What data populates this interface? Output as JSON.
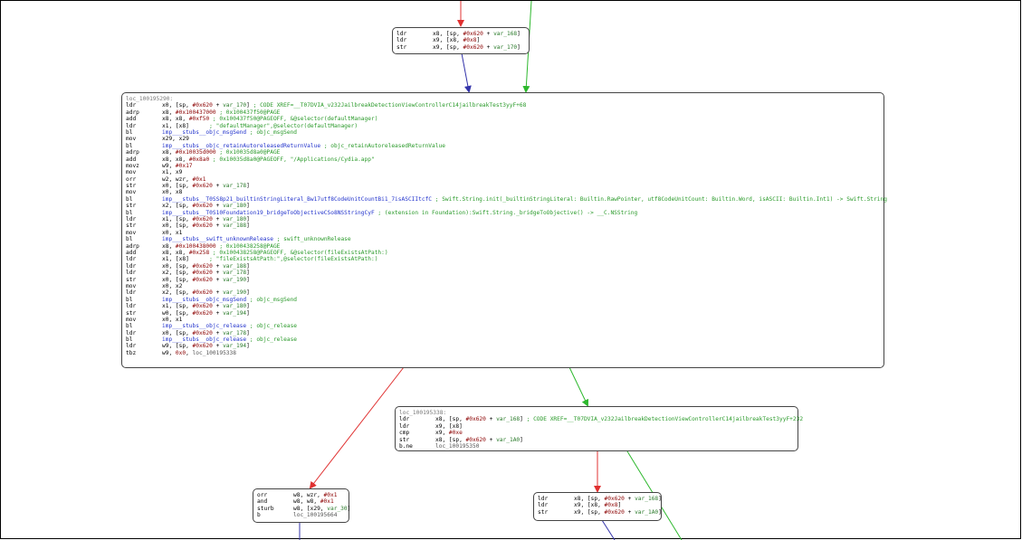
{
  "colors": {
    "edge_true": "#2db82d",
    "edge_false": "#e03030",
    "edge_uncond": "#3333aa"
  },
  "blocks": {
    "b1": {
      "lines": [
        {
          "mn": "ldr",
          "ops": "x8, [sp, #0x620 + var_168]"
        },
        {
          "mn": "ldr",
          "ops": "x9, [x8, #0x8]"
        },
        {
          "mn": "str",
          "ops": "x9, [sp, #0x620 + var_170]"
        }
      ]
    },
    "b2": {
      "label": "loc_100195290:",
      "lines": [
        {
          "mn": "ldr",
          "ops": "x0, [sp, #0x620 + var_170] ; CODE XREF=__T07DVIA_v232JailbreakDetectionViewControllerC14jailbreakTest3yyF+68"
        },
        {
          "mn": "adrp",
          "ops": "x8, #0x100437000 ; 0x100437f50@PAGE"
        },
        {
          "mn": "add",
          "ops": "x8, x8, #0xf50 ; 0x100437f50@PAGEOFF, &@selector(defaultManager)"
        },
        {
          "mn": "ldr",
          "ops": "x1, [x8]      ; \"defaultManager\",@selector(defaultManager)"
        },
        {
          "mn": "bl",
          "ops": "imp___stubs__objc_msgSend ; objc_msgSend"
        },
        {
          "mn": "mov",
          "ops": "x29, x29"
        },
        {
          "mn": "bl",
          "ops": "imp___stubs__objc_retainAutoreleasedReturnValue ; objc_retainAutoreleasedReturnValue"
        },
        {
          "mn": "adrp",
          "ops": "x8, #0x10035d000 ; 0x10035d8a0@PAGE"
        },
        {
          "mn": "add",
          "ops": "x8, x8, #0x8a0 ; 0x10035d8a0@PAGEOFF, \"/Applications/Cydia.app\""
        },
        {
          "mn": "movz",
          "ops": "w9, #0x17"
        },
        {
          "mn": "mov",
          "ops": "x1, x9"
        },
        {
          "mn": "orr",
          "ops": "w2, wzr, #0x1"
        },
        {
          "mn": "str",
          "ops": "x0, [sp, #0x620 + var_178]"
        },
        {
          "mn": "mov",
          "ops": "x0, x8"
        },
        {
          "mn": "bl",
          "ops": "imp___stubs__T0SS8p21_builtinStringLiteral_Bw17utf8CodeUnitCountBi1_7isASCIItcfC ; Swift.String.init(_builtinStringLiteral: Builtin.RawPointer, utf8CodeUnitCount: Builtin.Word, isASCII: Builtin.Int1) -> Swift.String"
        },
        {
          "mn": "str",
          "ops": "x2, [sp, #0x620 + var_180]"
        },
        {
          "mn": "bl",
          "ops": "imp___stubs__T0S10Foundation19_bridgeToObjectiveCSo8NSStringCyF ; (extension in Foundation):Swift.String._bridgeToObjective() -> __C.NSString"
        },
        {
          "mn": "ldr",
          "ops": "x1, [sp, #0x620 + var_180]"
        },
        {
          "mn": "str",
          "ops": "x0, [sp, #0x620 + var_188]"
        },
        {
          "mn": "mov",
          "ops": "x0, x1"
        },
        {
          "mn": "bl",
          "ops": "imp___stubs__swift_unknownRelease ; swift_unknownRelease"
        },
        {
          "mn": "adrp",
          "ops": "x8, #0x100438000 ; 0x100438258@PAGE"
        },
        {
          "mn": "add",
          "ops": "x8, x8, #0x258 ; 0x100438258@PAGEOFF, &@selector(fileExistsAtPath:)"
        },
        {
          "mn": "ldr",
          "ops": "x1, [x8]      ; \"fileExistsAtPath:\",@selector(fileExistsAtPath:)"
        },
        {
          "mn": "ldr",
          "ops": "x0, [sp, #0x620 + var_188]"
        },
        {
          "mn": "ldr",
          "ops": "x2, [sp, #0x620 + var_178]"
        },
        {
          "mn": "str",
          "ops": "x0, [sp, #0x620 + var_190]"
        },
        {
          "mn": "mov",
          "ops": "x0, x2"
        },
        {
          "mn": "ldr",
          "ops": "x2, [sp, #0x620 + var_190]"
        },
        {
          "mn": "bl",
          "ops": "imp___stubs__objc_msgSend ; objc_msgSend"
        },
        {
          "mn": "ldr",
          "ops": "x1, [sp, #0x620 + var_180]"
        },
        {
          "mn": "str",
          "ops": "w0, [sp, #0x620 + var_194]"
        },
        {
          "mn": "mov",
          "ops": "x0, x1"
        },
        {
          "mn": "bl",
          "ops": "imp___stubs__objc_release ; objc_release"
        },
        {
          "mn": "ldr",
          "ops": "x0, [sp, #0x620 + var_178]"
        },
        {
          "mn": "bl",
          "ops": "imp___stubs__objc_release ; objc_release"
        },
        {
          "mn": "ldr",
          "ops": "w9, [sp, #0x620 + var_194]"
        },
        {
          "mn": "tbz",
          "ops": "w9, 0x0, loc_100195338"
        }
      ]
    },
    "b3": {
      "label": "loc_100195338:",
      "lines": [
        {
          "mn": "ldr",
          "ops": "x8, [sp, #0x620 + var_168] ; CODE XREF=__T07DVIA_v232JailbreakDetectionViewControllerC14jailbreakTest3yyF+232"
        },
        {
          "mn": "ldr",
          "ops": "x9, [x8]"
        },
        {
          "mn": "cmp",
          "ops": "x9, #0xe"
        },
        {
          "mn": "str",
          "ops": "x8, [sp, #0x620 + var_1A0]"
        },
        {
          "mn": "b.ne",
          "ops": "loc_100195350"
        }
      ]
    },
    "b4": {
      "lines": [
        {
          "mn": "orr",
          "ops": "w8, wzr, #0x1"
        },
        {
          "mn": "and",
          "ops": "w8, w8, #0x1"
        },
        {
          "mn": "sturb",
          "ops": "w8, [x29, var_30]"
        },
        {
          "mn": "b",
          "ops": "loc_100195664"
        }
      ]
    },
    "b5": {
      "lines": [
        {
          "mn": "ldr",
          "ops": "x8, [sp, #0x620 + var_168]"
        },
        {
          "mn": "ldr",
          "ops": "x9, [x8, #0x8]"
        },
        {
          "mn": "str",
          "ops": "x9, [sp, #0x620 + var_1A0]"
        }
      ]
    }
  }
}
